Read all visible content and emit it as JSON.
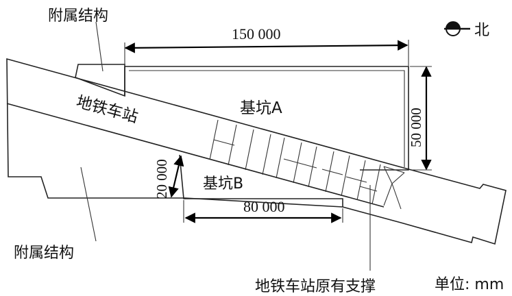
{
  "labels": {
    "attached_top": "附属结构",
    "attached_bottom": "附属结构",
    "station": "地铁车站",
    "pit_a": "基坑A",
    "pit_b": "基坑B",
    "supports": "地铁车站原有支撑",
    "unit": "单位: mm",
    "north": "北"
  },
  "dimensions": {
    "pit_a_length": "150 000",
    "pit_a_width": "50 000",
    "pit_b_length": "80 000",
    "pit_b_width": "20 000"
  },
  "colors": {
    "line": "#222222",
    "text": "#111111",
    "background": "#ffffff"
  },
  "icons": {
    "north_arrow": "north-arrow-icon"
  }
}
